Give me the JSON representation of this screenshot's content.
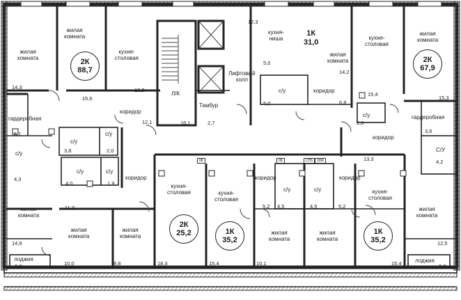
{
  "units": [
    {
      "id": "u-2k-887",
      "type": "2К",
      "area": "88,7"
    },
    {
      "id": "u-1k-310",
      "type": "1К",
      "area": "31,0"
    },
    {
      "id": "u-2k-679",
      "type": "2К",
      "area": "67,9"
    },
    {
      "id": "u-2k-252",
      "type": "2К",
      "area": "25,2"
    },
    {
      "id": "u-1k-352a",
      "type": "1К",
      "area": "35,2"
    },
    {
      "id": "u-1k-352b",
      "type": "1К",
      "area": "35,2"
    }
  ],
  "rooms": {
    "living": "жилая\nкомната",
    "kitchen_dining": "кухня-\nстоловая",
    "kitchen_niche": "кухня-\nниша",
    "corridor": "коридор",
    "bathroom": "с/у",
    "bathroom_upper": "С/У",
    "wardrobe": "гардеробная",
    "loggia": "лоджия",
    "lift_hall": "Лифтовый\nхолл",
    "vestibule": "Тамбур",
    "stair": "Л/К"
  },
  "areas": [
    "14,3",
    "15,6",
    "13,8",
    "12,3",
    "5,0",
    "14,2",
    "15,4",
    "15,3",
    "5,0",
    "6,8",
    "12,1",
    "16,1",
    "2,7",
    "2,6",
    "3,6",
    "5,1",
    "3,8",
    "2,0",
    "13,3",
    "4,3",
    "4,0",
    "1,9",
    "4,2",
    "11,3",
    "5,2",
    "4,5",
    "4,5",
    "5,2",
    "14,9",
    "10,0",
    "9,8",
    "18,3",
    "15,4",
    "10,1",
    "15,4",
    "12,5",
    "2,8",
    "2,8"
  ],
  "tags": [
    "08",
    "08",
    "СП5",
    "30М"
  ]
}
